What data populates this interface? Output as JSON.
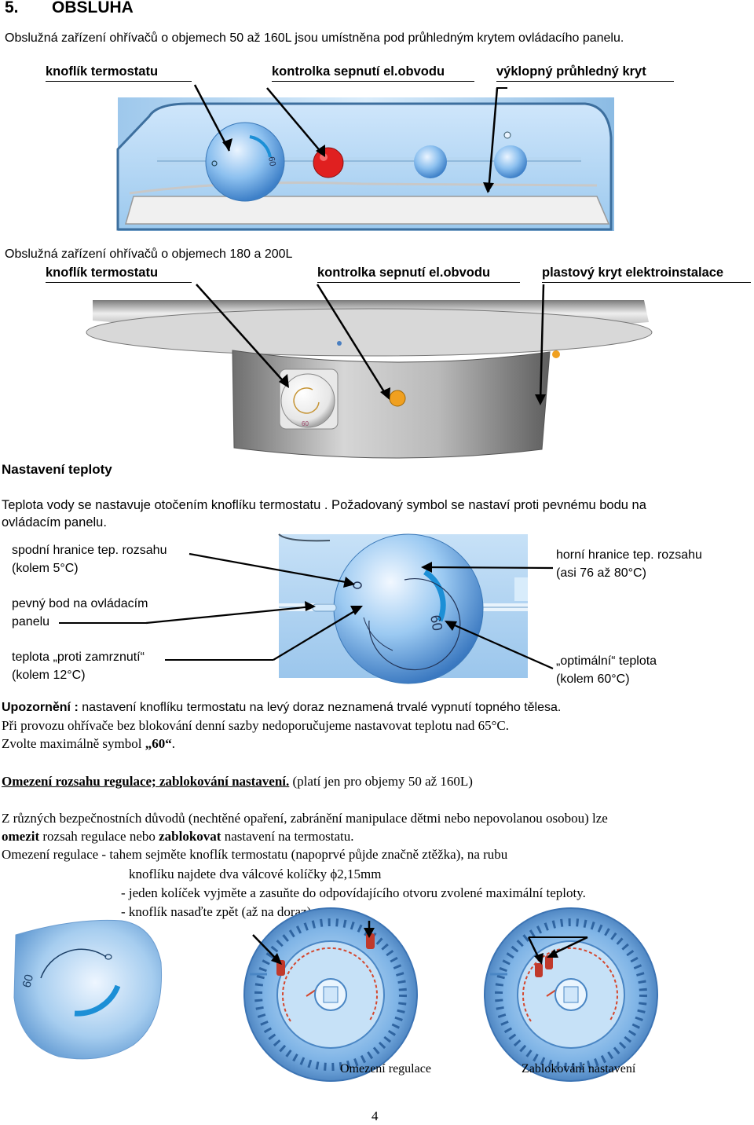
{
  "section": {
    "number": "5.",
    "title": "OBSLUHA"
  },
  "intro_small": "Obslužná zařízení ohřívačů o objemech 50 až 160L jsou umístněna pod průhledným krytem ovládacího panelu.",
  "fig1_labels": {
    "knob": "knoflík termostatu",
    "lamp": "kontrolka sepnutí el.obvodu",
    "cover": "výklopný průhledný kryt"
  },
  "intro_large": "Obslužná zařízení ohřívačů o objemech  180 a 200L",
  "fig2_labels": {
    "knob": "knoflík termostatu",
    "lamp": "kontrolka sepnutí el.obvodu",
    "cover": "plastový kryt elektroinstalace"
  },
  "temp_heading": "Nastavení teploty",
  "temp_para_1": "Teplota vody se nastavuje otočením knoflíku termostatu . Požadovaný symbol se nastaví proti pevnému bodu na",
  "temp_para_2": "ovládacím panelu.",
  "knob_labels": {
    "low_1": "spodní hranice tep. rozsahu",
    "low_2": "(kolem 5°C)",
    "fixed_1": "pevný bod na ovládacím",
    "fixed_2": "panelu",
    "frost_1": "teplota „proti zamrznutí“",
    "frost_2": "(kolem 12°C)",
    "high_1": "horní hranice tep. rozsahu",
    "high_2": "(asi 76 až 80°C)",
    "opt_1": "„optimální“ teplota",
    "opt_2": "(kolem 60°C)"
  },
  "knob_mark": "60",
  "warning": {
    "label": "Upozornění :",
    "line1": " nastavení knoflíku termostatu na levý doraz neznamená trvalé vypnutí topného tělesa.",
    "line2": "Při provozu ohřívače bez blokování denní sazby nedoporučujeme nastavovat teplotu nad 65°C.",
    "line3a": "Zvolte maximálně symbol ",
    "line3b": "„60“",
    "line3c": "."
  },
  "limit": {
    "heading": "Omezení rozsahu regulace; zablokování nastavení.",
    "note": " (platí jen pro objemy 50 až 160L)",
    "p1a": "Z různých bezpečnostních důvodů (nechtěné opaření, zabránění manipulace dětmi nebo nepovolanou osobou) lze",
    "p1b": "omezit",
    "p1c": " rozsah regulace nebo ",
    "p1d": "zablokovat",
    "p1e": " nastavení na termostatu.",
    "p2": "Omezení regulace - tahem sejměte knoflík termostatu (napoprvé půjde značně ztěžka), na rubu",
    "p3": "knoflíku najdete dva válcové kolíčky ϕ2,15mm",
    "p4": "- jeden kolíček vyjměte a zasuňte do odpovídajícího otvoru zvolené maximální teploty.",
    "p5": "-    knoflík nasaďte zpět (až na doraz)"
  },
  "captions": {
    "left": "Omezení regulace",
    "right": "Zablokování nastavení"
  },
  "page_number": "4",
  "colors": {
    "knob_blue": "#7fb4e6",
    "lamp_red": "#e02020",
    "lamp_orange": "#f0a020",
    "scale_blue": "#1c8fd6",
    "pin_red": "#c0392b"
  }
}
